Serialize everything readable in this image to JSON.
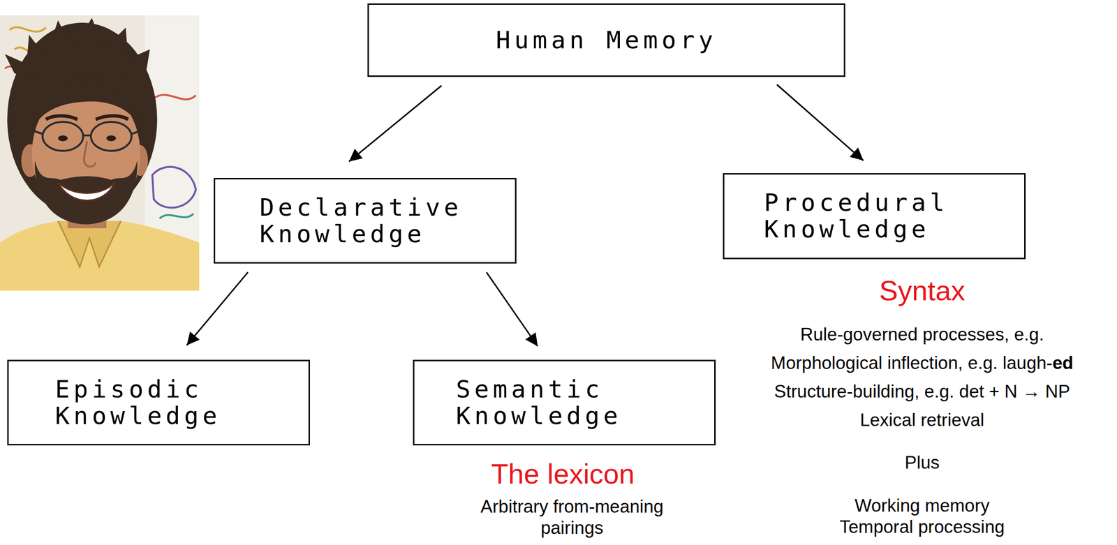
{
  "diagram": {
    "nodes": [
      {
        "text": [
          "Human Memory"
        ]
      },
      {
        "text": [
          "Declarative Knowledge"
        ]
      },
      {
        "text": [
          "Procedural Knowledge"
        ]
      },
      {
        "text": [
          "Episodic Knowledge"
        ]
      },
      {
        "text": [
          "Semantic Knowledge"
        ]
      }
    ],
    "edges": [
      {
        "from": 0,
        "to": 1,
        "arrow": "to"
      },
      {
        "from": 0,
        "to": 2,
        "arrow": "to"
      },
      {
        "from": 1,
        "to": 3,
        "arrow": "to"
      },
      {
        "from": 1,
        "to": 4,
        "arrow": "to"
      }
    ],
    "labels": [
      "Syntax",
      "Rule-governed processes, e.g.",
      "Morphological inflection, e.g. laugh-ed",
      "Structure-building, e.g. det + N → NP",
      "Lexical retrieval",
      "Plus",
      "Working memory",
      "Temporal processing",
      "The lexicon",
      "Arbitrary from-meaning pairings"
    ]
  }
}
